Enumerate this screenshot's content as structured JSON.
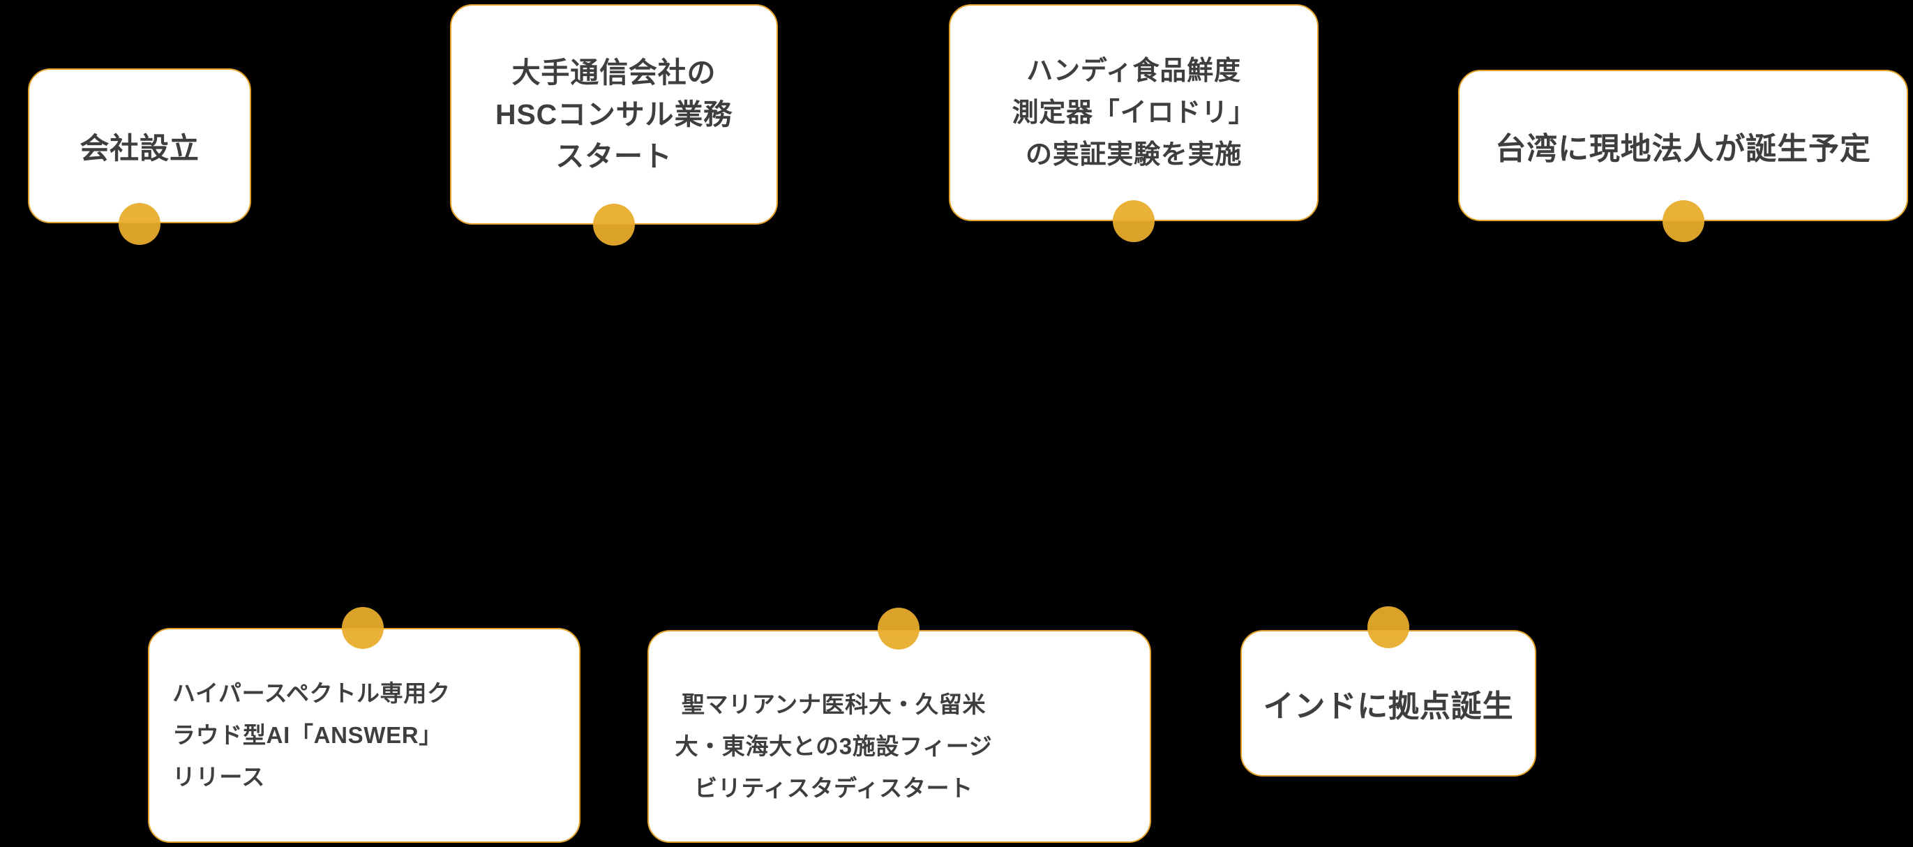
{
  "timeline": {
    "colors": {
      "background": "#000000",
      "card_bg": "#ffffff",
      "card_border": "#e1a128",
      "dot_accent": "#e9ac2d",
      "text": "#3e3e3e"
    },
    "cards": [
      {
        "id": "company-founding",
        "lines": [
          "会社設立"
        ]
      },
      {
        "id": "hsc-consulting-start",
        "lines": [
          "大手通信会社の",
          "HSCコンサル業務",
          "スタート"
        ]
      },
      {
        "id": "irodori-field-test",
        "lines": [
          "ハンディ食品鮮度",
          "測定器「イロドリ」",
          "の実証実験を実施"
        ]
      },
      {
        "id": "taiwan-subsidiary",
        "lines": [
          "台湾に現地法人が誕生予定"
        ]
      },
      {
        "id": "answer-ai-release",
        "lines": [
          "ハイパースペクトル専用ク",
          "ラウド型AI「ANSWER」",
          "リリース"
        ]
      },
      {
        "id": "feasibility-study",
        "lines": [
          "聖マリアンナ医科大・久留米",
          "大・東海大との3施設フィージ",
          "ビリティスタディスタート"
        ]
      },
      {
        "id": "india-base",
        "lines": [
          "インドに拠点誕生"
        ]
      }
    ]
  }
}
